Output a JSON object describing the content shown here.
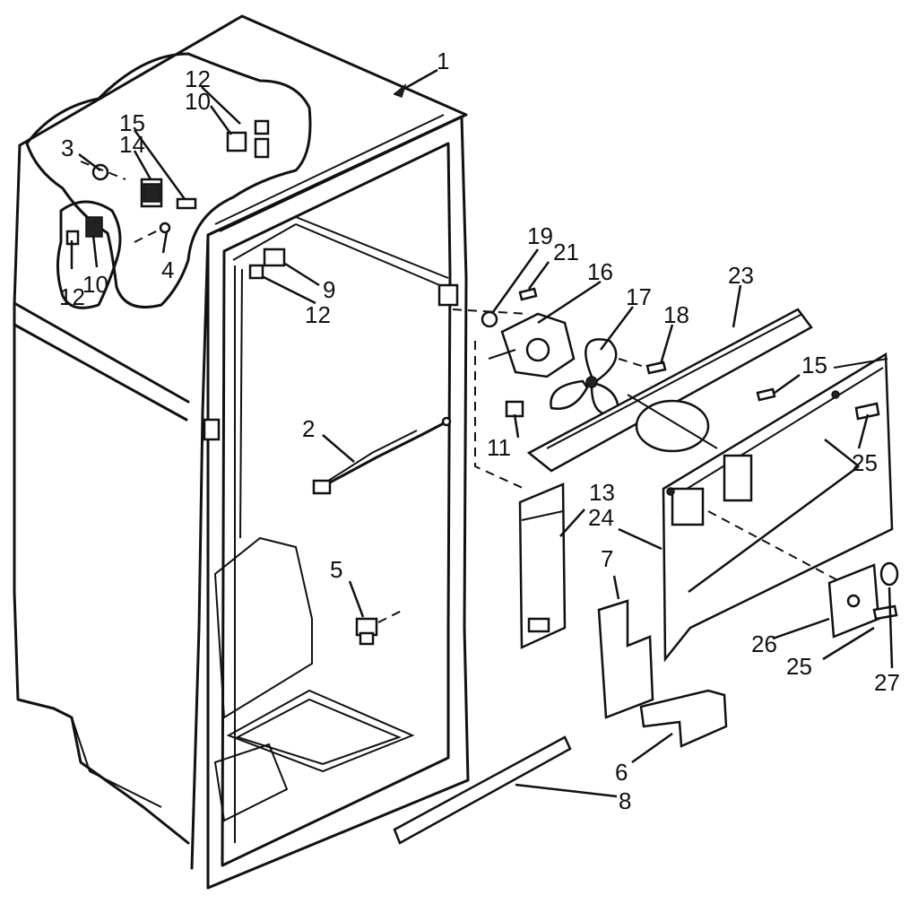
{
  "labels": {
    "l1": "1",
    "l2": "2",
    "l3": "3",
    "l4": "4",
    "l5": "5",
    "l6": "6",
    "l7": "7",
    "l8": "8",
    "l9": "9",
    "l10a": "10",
    "l10b": "10",
    "l11": "11",
    "l12a": "12",
    "l12b": "12",
    "l12c": "12",
    "l13": "13",
    "l14": "14",
    "l15a": "15",
    "l15b": "15",
    "l16": "16",
    "l17": "17",
    "l18": "18",
    "l19": "19",
    "l21": "21",
    "l23": "23",
    "l24": "24",
    "l25a": "25",
    "l25b": "25",
    "l26": "26",
    "l27": "27"
  }
}
